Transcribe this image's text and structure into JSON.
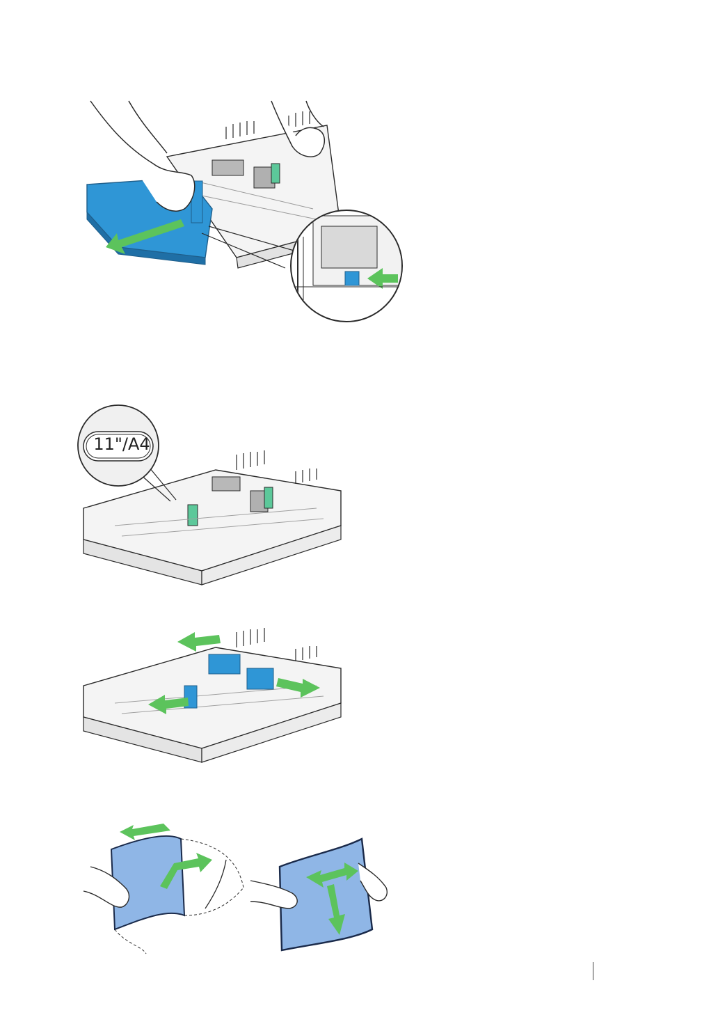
{
  "figures": [
    {
      "id": "tray-extend"
    },
    {
      "id": "size-mark",
      "callout_label": "11\"/A4"
    },
    {
      "id": "guides-slide"
    },
    {
      "id": "paper-fan"
    }
  ],
  "colors": {
    "tray_blue": "#2f96d6",
    "tray_blue_dark": "#1f6fa6",
    "arrow_green": "#5cc35c",
    "paper_blue": "#8fb6e6",
    "tray_gray": "#f3f3f3",
    "line": "#2a2a2a"
  }
}
